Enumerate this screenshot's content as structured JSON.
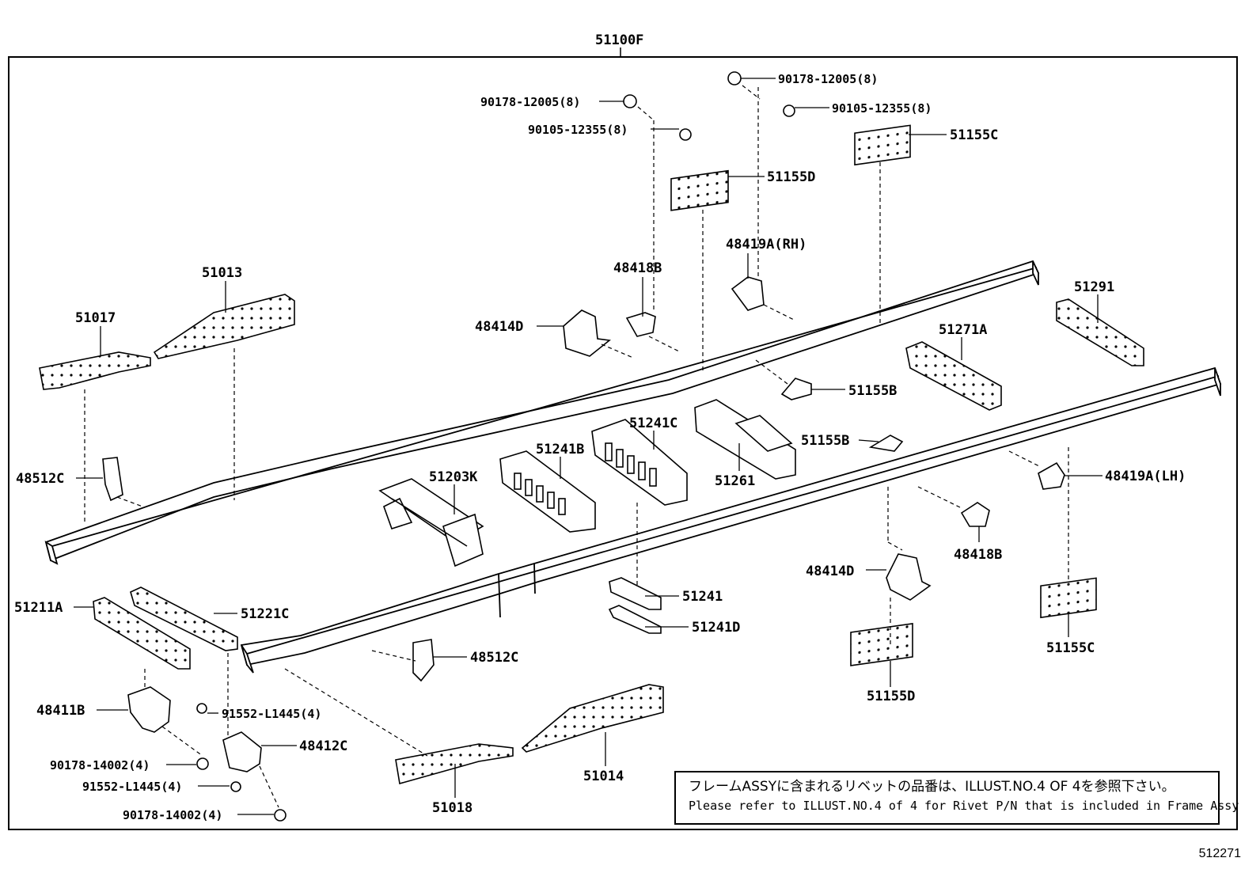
{
  "assembly_label": "51100F",
  "drawing_number": "512271",
  "note": {
    "ja": "フレームASSYに含まれるリベットの品番は、ILLUST.NO.4 OF 4を参照下さい。",
    "en": "Please refer to ILLUST.NO.4 of 4 for Rivet P/N that is included in Frame Assy"
  },
  "parts": {
    "p90178_12005_left": "90178-12005(8)",
    "p90105_12355_left": "90105-12355(8)",
    "p90178_12005_right": "90178-12005(8)",
    "p90105_12355_right": "90105-12355(8)",
    "p51155C_top": "51155C",
    "p51155D_top": "51155D",
    "p48419A_RH": "48419A(RH)",
    "p48418B_top": "48418B",
    "p48414D_top": "48414D",
    "p51013": "51013",
    "p51017": "51017",
    "p51291": "51291",
    "p51271A": "51271A",
    "p51155B_upper": "51155B",
    "p51241C": "51241C",
    "p51241B": "51241B",
    "p51203K": "51203K",
    "p51261": "51261",
    "p51155B_lower": "51155B",
    "p48512C_left": "48512C",
    "p48419A_LH": "48419A(LH)",
    "p48418B_bottom": "48418B",
    "p48414D_bottom": "48414D",
    "p51241": "51241",
    "p51241D": "51241D",
    "p51211A": "51211A",
    "p51221C": "51221C",
    "p48512C_right": "48512C",
    "p51155C_bottom": "51155C",
    "p51155D_bottom": "51155D",
    "p48411B": "48411B",
    "p91552_L1445_a": "91552-L1445(4)",
    "p48412C": "48412C",
    "p90178_14002_a": "90178-14002(4)",
    "p91552_L1445_b": "91552-L1445(4)",
    "p90178_14002_b": "90178-14002(4)",
    "p51014": "51014",
    "p51018": "51018"
  }
}
